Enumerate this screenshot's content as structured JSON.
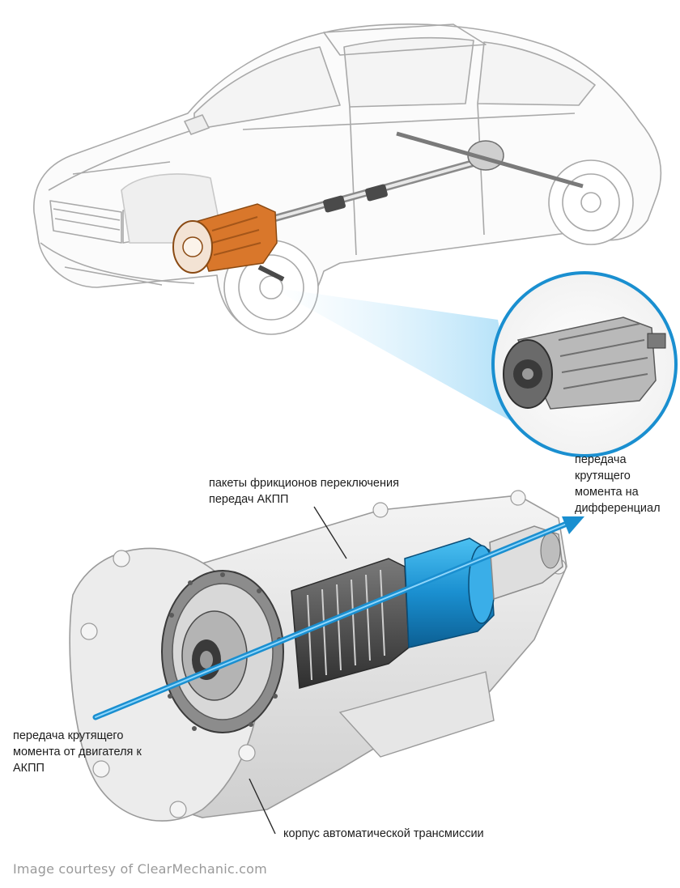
{
  "labels": {
    "clutch_packs": "пакеты фрикционов переключения\nпередач АКПП",
    "torque_to_differential": "передача\nкрутящего\nмомента на\nдифференциал",
    "torque_from_engine": "передача крутящего\nмомента от двигателя к\nАКПП",
    "transmission_housing": "корпус автоматической трансмиссии"
  },
  "credit": "Image courtesy of ClearMechanic.com",
  "colors": {
    "accent_blue": "#1a8fd0",
    "highlight_orange": "#d9772b",
    "outline_gray": "#9a9a9a",
    "text": "#1d1d1d"
  }
}
